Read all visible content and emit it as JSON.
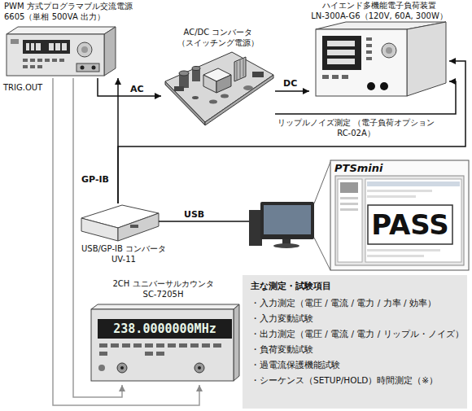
{
  "diagram": {
    "nodes": [
      {
        "text": [
          "PWM 方式プログラマブル交流電源",
          "6605（単相 500VA 出力）"
        ]
      },
      {
        "text": [
          "AC/DC コンバータ",
          "（スイッチング電源）"
        ]
      },
      {
        "text": [
          "ハイエンド多機能電子負荷装置",
          "LN-300A-G6（120V, 60A, 300W）"
        ]
      },
      {
        "text": [
          "PTSmini",
          "PASS"
        ]
      },
      {
        "text": [
          "USB/GP-IB コンバータ",
          "UV-11"
        ]
      },
      {
        "text": [
          "2CH ユニバーサルカウンタ",
          "SC-7205H",
          "238.0000000MHz"
        ]
      },
      {
        "text": [
          "主な測定・試験項目",
          "・入力測定（電圧 / 電流 / 電力 / 力率 / 効率）",
          "・入力変動試験",
          "・出力測定（電圧 / 電流 / 電力 / リップル・ノイズ）",
          "・負荷変動試験",
          "・過電流保護機能試験",
          "・シーケンス（SETUP/HOLD）時間測定（※）"
        ]
      }
    ],
    "edges": [
      {
        "from": 0,
        "to": 1,
        "arrow": "to",
        "label": "AC"
      },
      {
        "from": 1,
        "to": 2,
        "arrow": "to",
        "label": "DC"
      },
      {
        "from": 1,
        "to": 2,
        "arrow": "to",
        "label": "リップルノイズ測定 （電子負荷オプション RC-02A）"
      },
      {
        "from": 4,
        "to": 0,
        "arrow": "to",
        "label": "GP-IB"
      },
      {
        "from": 4,
        "to": 2,
        "arrow": "to"
      },
      {
        "from": 0,
        "to": 5,
        "arrow": "to"
      },
      {
        "from": 0,
        "to": 5,
        "arrow": "to"
      }
    ],
    "labels": [
      "TRIG.OUT",
      "USB"
    ]
  }
}
